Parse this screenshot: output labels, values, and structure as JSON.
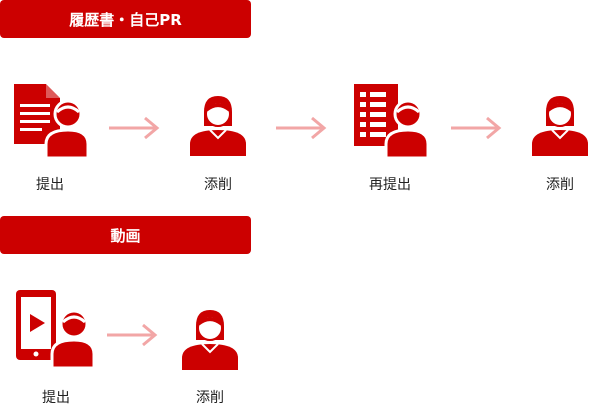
{
  "colors": {
    "brand": "#cc0000",
    "arrow": "#f2a6a6",
    "text": "#222222",
    "header_text": "#ffffff"
  },
  "sections": [
    {
      "header": "履歴書・自己PR",
      "steps": [
        {
          "label": "提出",
          "icon": "resume-person-icon"
        },
        {
          "label": "添削",
          "icon": "reviewer-person-icon"
        },
        {
          "label": "再提出",
          "icon": "revised-resume-person-icon"
        },
        {
          "label": "添削",
          "icon": "reviewer-person-icon"
        }
      ]
    },
    {
      "header": "動画",
      "steps": [
        {
          "label": "提出",
          "icon": "video-phone-person-icon"
        },
        {
          "label": "添削",
          "icon": "reviewer-person-icon"
        }
      ]
    }
  ]
}
